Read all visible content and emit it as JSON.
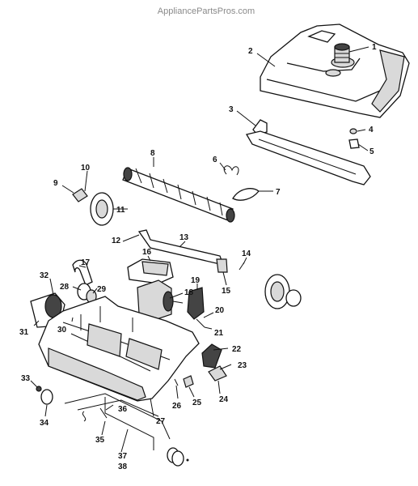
{
  "watermark": "AppliancePartsPros.com",
  "callouts": [
    "1",
    "2",
    "3",
    "4",
    "5",
    "6",
    "7",
    "8",
    "9",
    "10",
    "11",
    "12",
    "13",
    "14",
    "15",
    "16",
    "17",
    "18",
    "19",
    "20",
    "21",
    "22",
    "23",
    "24",
    "25",
    "26",
    "27",
    "28",
    "29",
    "30",
    "31",
    "32",
    "33",
    "34",
    "35",
    "36",
    "37",
    "38"
  ]
}
